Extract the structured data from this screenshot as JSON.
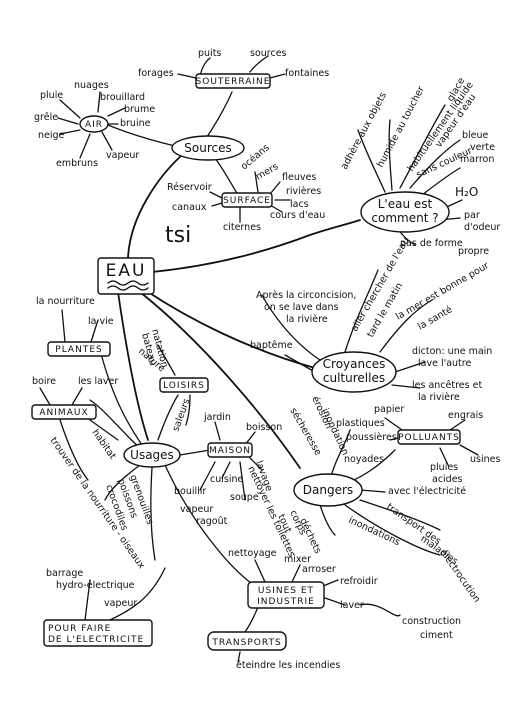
{
  "center": {
    "title": "EAU",
    "note": "tsi"
  },
  "sources": {
    "title": "Sources",
    "souterraine": {
      "title": "SOUTERRAINE",
      "items": [
        "puits",
        "sources",
        "forages",
        "fontaines"
      ]
    },
    "air": {
      "title": "AIR",
      "items": [
        "pluie",
        "nuages",
        "brouillard",
        "brume",
        "bruine",
        "grêle",
        "neige",
        "embruns",
        "vapeur"
      ]
    },
    "surface": {
      "title": "SURFACE",
      "items": [
        "océans",
        "mers",
        "fleuves",
        "rivières",
        "lacs",
        "cours d'eau",
        "Réservoir",
        "canaux",
        "citernes"
      ]
    }
  },
  "comment": {
    "title_line1": "L'eau est",
    "title_line2": "comment ?",
    "items": [
      "adhère aux objets",
      "humide au toucher",
      "habituellement liquide",
      "glace",
      "vapeur d'eau",
      "bleue",
      "verte",
      "marron",
      "sans couleur",
      "H₂O",
      "par",
      "d'odeur",
      "pas de forme",
      "propre"
    ]
  },
  "croyances": {
    "title_line1": "Croyances",
    "title_line2": "culturelles",
    "items": [
      "Après la circoncision,",
      "on se lave dans",
      "la rivière",
      "aller chercher de l'eau",
      "tard le matin",
      "la mer est bonne pour",
      "la santé",
      "baptême",
      "dicton: une main",
      "lave l'autre",
      "les ancêtres et",
      "la rivière"
    ]
  },
  "usages": {
    "title": "Usages",
    "plantes": {
      "title": "PLANTES",
      "items": [
        "la nourriture",
        "la vie"
      ]
    },
    "animaux": {
      "title": "ANIMAUX",
      "items": [
        "boire",
        "les laver",
        "habitat",
        "trouver de la nourriture - oiseaux"
      ]
    },
    "loisirs": {
      "title": "LOISIRS",
      "items": [
        "natation",
        "bateau",
        "nature",
        "saleurs"
      ]
    },
    "maison": {
      "title": "MAISON",
      "items": [
        "jardin",
        "boisson",
        "lavage",
        "cuisine",
        "bouillir",
        "vapeur",
        "soupe",
        "ragoût",
        "nettoyer les toilettes"
      ]
    },
    "dangers_link": [
      "grenouilles",
      "poissons",
      "crocodiles"
    ],
    "usines": {
      "title_line1": "USINES ET",
      "title_line2": "INDUSTRIE",
      "items": [
        "nettoyage",
        "mixer",
        "arroser",
        "refroidir",
        "laver",
        "construction",
        "ciment"
      ]
    },
    "transports": {
      "title": "TRANSPORTS",
      "items": [
        "éteindre les incendies"
      ]
    },
    "electricite": {
      "title_line1": "POUR FAIRE",
      "title_line2": "DE L'ELECTRICITE",
      "items": [
        "barrage",
        "hydro-électrique",
        "vapeur"
      ]
    }
  },
  "dangers": {
    "title": "Dangers",
    "items": [
      "érosion",
      "inondation",
      "sécheresse",
      "noyades",
      "corps",
      "tout",
      "déchets",
      "avec l'électricité",
      "transport des",
      "maladies",
      "inondations",
      "électrocution"
    ],
    "polluants": {
      "title": "POLLUANTS",
      "items": [
        "papier",
        "plastiques",
        "poussières",
        "engrais",
        "usines",
        "pluies",
        "acides"
      ]
    }
  }
}
